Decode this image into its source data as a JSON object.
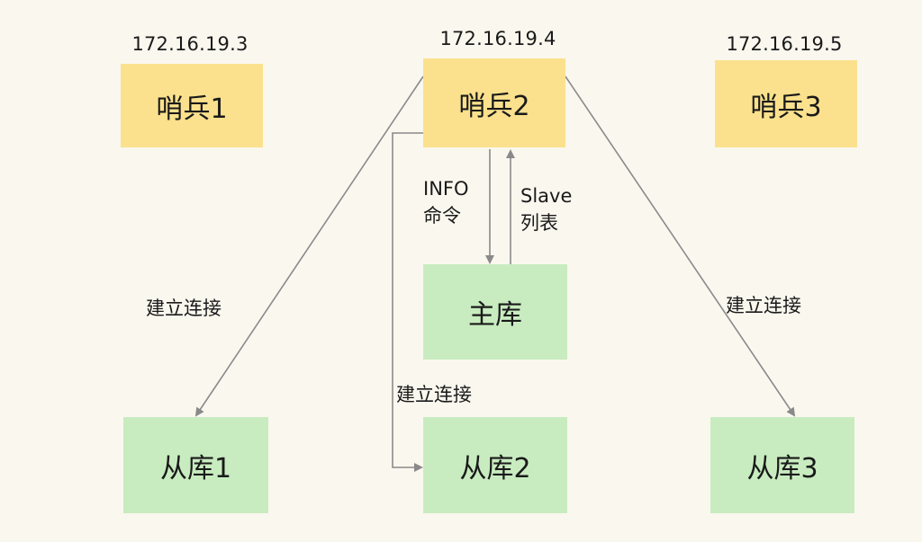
{
  "sentinels": [
    {
      "ip": "172.16.19.3",
      "name": "哨兵1"
    },
    {
      "ip": "172.16.19.4",
      "name": "哨兵2"
    },
    {
      "ip": "172.16.19.5",
      "name": "哨兵3"
    }
  ],
  "master": {
    "name": "主库"
  },
  "replicas": [
    {
      "name": "从库1"
    },
    {
      "name": "从库2"
    },
    {
      "name": "从库3"
    }
  ],
  "edges": {
    "info_line1": "INFO",
    "info_line2": "命令",
    "slave_line1": "Slave",
    "slave_line2": "列表",
    "connect_left": "建立连接",
    "connect_middle": "建立连接",
    "connect_right": "建立连接"
  },
  "colors": {
    "sentinel_fill": "#fbe18d",
    "db_fill": "#c8ecc0",
    "arrow": "#8a8a8a",
    "background": "#faf7ee"
  }
}
